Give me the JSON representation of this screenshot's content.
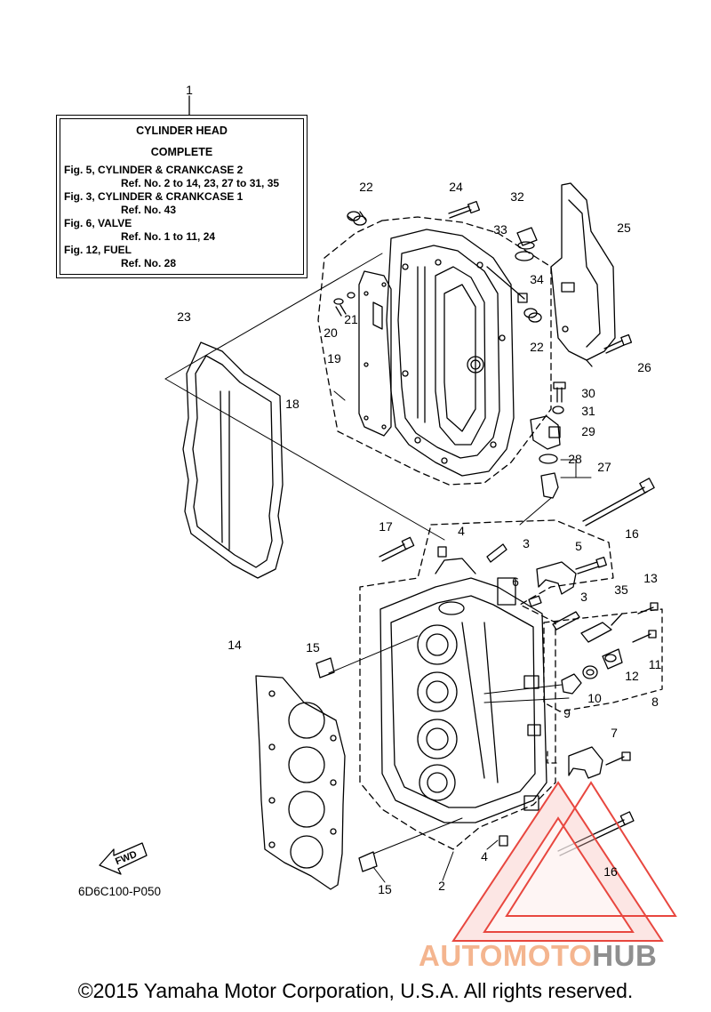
{
  "info_box": {
    "ref": "1",
    "title_1": "CYLINDER HEAD",
    "title_2": "COMPLETE",
    "lines": [
      "Fig. 5, CYLINDER & CRANKCASE 2",
      "Ref. No. 2 to 14, 23, 27 to 31, 35",
      "Fig. 3, CYLINDER & CRANKCASE 1",
      "Ref. No. 43",
      "Fig. 6, VALVE",
      "Ref. No. 1 to 11, 24",
      "Fig. 12, FUEL",
      "Ref. No. 28"
    ]
  },
  "part_labels": [
    "1",
    "22",
    "24",
    "32",
    "33",
    "25",
    "34",
    "23",
    "21",
    "20",
    "19",
    "18",
    "22",
    "26",
    "30",
    "31",
    "29",
    "28",
    "27",
    "16",
    "17",
    "4",
    "3",
    "5",
    "6",
    "3",
    "13",
    "35",
    "14",
    "15",
    "11",
    "12",
    "8",
    "9",
    "10",
    "7",
    "4",
    "16",
    "15",
    "2"
  ],
  "fwd_label": "FWD",
  "diagram_code": "6D6C100-P050",
  "copyright": "©2015 Yamaha Motor Corporation, U.S.A. All rights reserved.",
  "watermark": {
    "part_a": "AUTOMOTO",
    "part_b": "HUB",
    "color_a": "#f4b58f",
    "color_b": "#8f8f8f",
    "triangle_color": "#e8473f"
  }
}
